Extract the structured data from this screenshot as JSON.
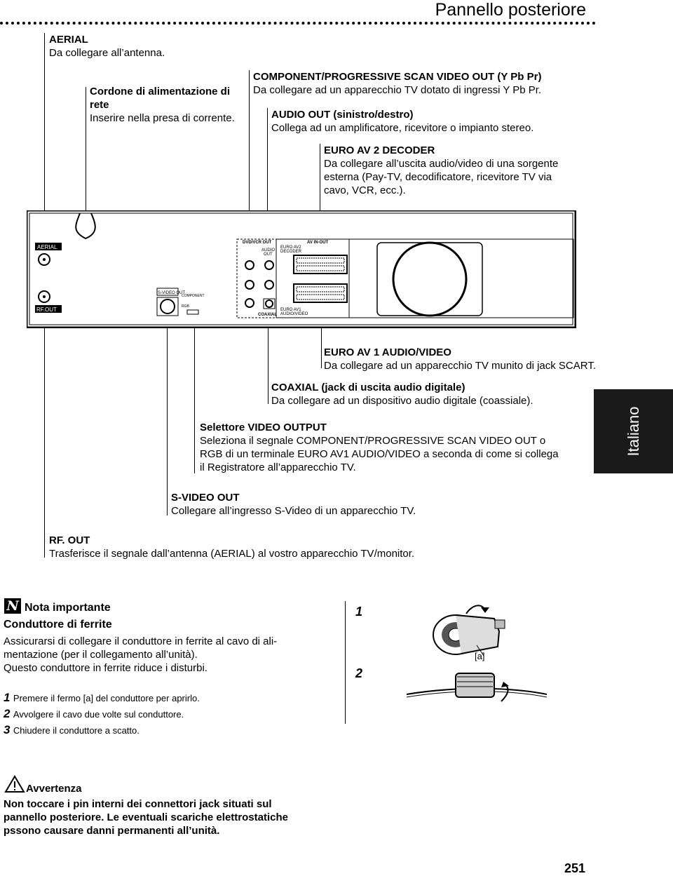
{
  "header": {
    "title": "Pannello posteriore"
  },
  "callouts": {
    "aerial": {
      "title": "AERIAL",
      "desc": "Da collegare all’antenna."
    },
    "power": {
      "title": "Cordone di alimentazione di rete",
      "desc": "Inserire nella presa di corrente."
    },
    "component": {
      "title": "COMPONENT/PROGRESSIVE SCAN VIDEO OUT (Y Pb Pr)",
      "desc": "Da collegare ad un apparecchio TV dotato di ingressi Y Pb Pr."
    },
    "audio_out": {
      "title": "AUDIO OUT (sinistro/destro)",
      "desc": "Collega ad un amplificatore, ricevitore o impianto stereo."
    },
    "euro_av2": {
      "title": "EURO AV 2 DECODER",
      "lines": [
        "Da collegare all’uscita audio/video di una sorgente",
        "esterna (Pay-TV, decodificatore, ricevitore TV via",
        "cavo, VCR, ecc.)."
      ]
    },
    "euro_av1": {
      "title": "EURO AV 1 AUDIO/VIDEO",
      "desc": "Da collegare ad un apparecchio TV munito di jack SCART."
    },
    "coaxial": {
      "title": "COAXIAL (jack di uscita audio digitale)",
      "desc": "Da collegare ad un dispositivo audio digitale (coassiale)."
    },
    "video_output": {
      "title": "Selettore VIDEO OUTPUT",
      "lines": [
        "Seleziona il segnale COMPONENT/PROGRESSIVE SCAN VIDEO OUT o",
        "RGB di un terminale EURO AV1 AUDIO/VIDEO a seconda di come si collega",
        "il Registratore all’apparecchio TV."
      ]
    },
    "svideo": {
      "title": "S-VIDEO OUT",
      "desc": "Collegare all’ingresso S-Video di un apparecchio TV."
    },
    "rf_out": {
      "title": "RF. OUT",
      "desc": "Trasferisce il segnale dall’antenna (AERIAL) al vostro apparecchio TV/monitor."
    }
  },
  "panel": {
    "aerial": "AERIAL",
    "rf_out": "RF.OUT",
    "svideo": "S-VIDEO OUT",
    "component": "COMPONENT",
    "rgb": "RGB",
    "dvd_vcr_out": "DVD/VCR OUT",
    "av_in_out": "AV IN-OUT",
    "audio": "AUDIO",
    "out": "OUT",
    "euro_av2_a": "EURO AV2",
    "euro_av2_b": "DECODER",
    "euro_av1_a": "EURO AV1",
    "euro_av1_b": "AUDIO/VIDEO",
    "coaxial": "COAXIAL"
  },
  "language_tab": "Italiano",
  "note": {
    "heading": "Nota importante",
    "subheading": "Conduttore di ferrite",
    "lines": [
      "Assicurarsi di collegare il conduttore in ferrite al cavo di ali-",
      "mentazione (per il collegamento all’unità).",
      "Questo conduttore in ferrite riduce i disturbi."
    ],
    "steps": [
      {
        "num": "1",
        "text": "Premere il fermo [a] del conduttore per aprirlo."
      },
      {
        "num": "2",
        "text": "Avvolgere il cavo due volte sul conduttore."
      },
      {
        "num": "3",
        "text": "Chiudere il conduttore a scatto."
      }
    ]
  },
  "figure": {
    "step1": "1",
    "step2": "2",
    "label_a": "[a]"
  },
  "warning": {
    "heading": "Avvertenza",
    "lines": [
      "Non toccare i pin interni dei connettori jack situati sul",
      "pannello posteriore. Le eventuali scariche elettrostatiche",
      "pssono causare danni permanenti all’unità."
    ]
  },
  "page_number": "251"
}
